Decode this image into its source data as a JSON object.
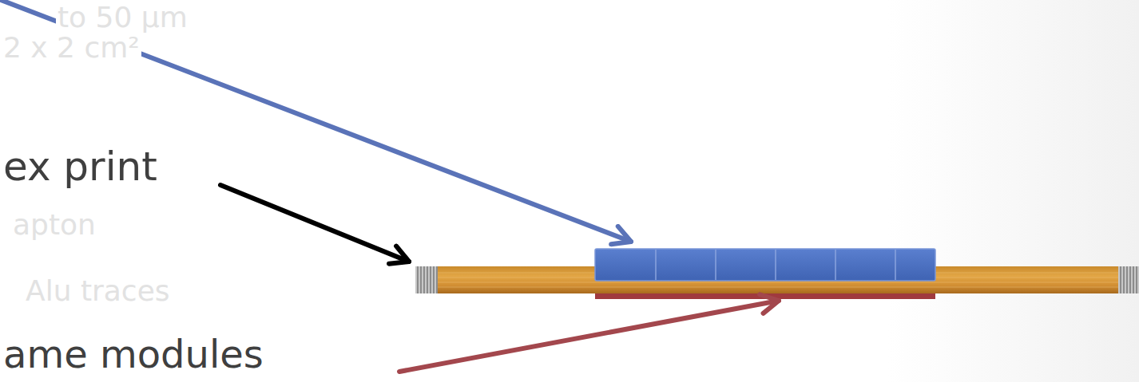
{
  "diagram": {
    "labels": [
      "to 50 µm",
      "2 x 2 cm²",
      "ex print",
      "apton",
      "Alu traces",
      "ame modules"
    ]
  }
}
